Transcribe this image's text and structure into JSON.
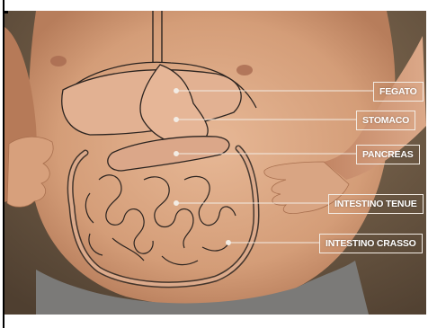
{
  "labels": {
    "liver": "FEGATO",
    "stomach": "STOMACO",
    "pancreas": "PANCREAS",
    "small_intestine": "INTESTINO TENUE",
    "large_intestine": "INTESTINO CRASSO"
  },
  "colors": {
    "background": "#6e5a44",
    "skin": "#d9a583",
    "organ_outline": "#2c2420",
    "callout": "#f3ece4",
    "shorts": "#7b7a78"
  }
}
